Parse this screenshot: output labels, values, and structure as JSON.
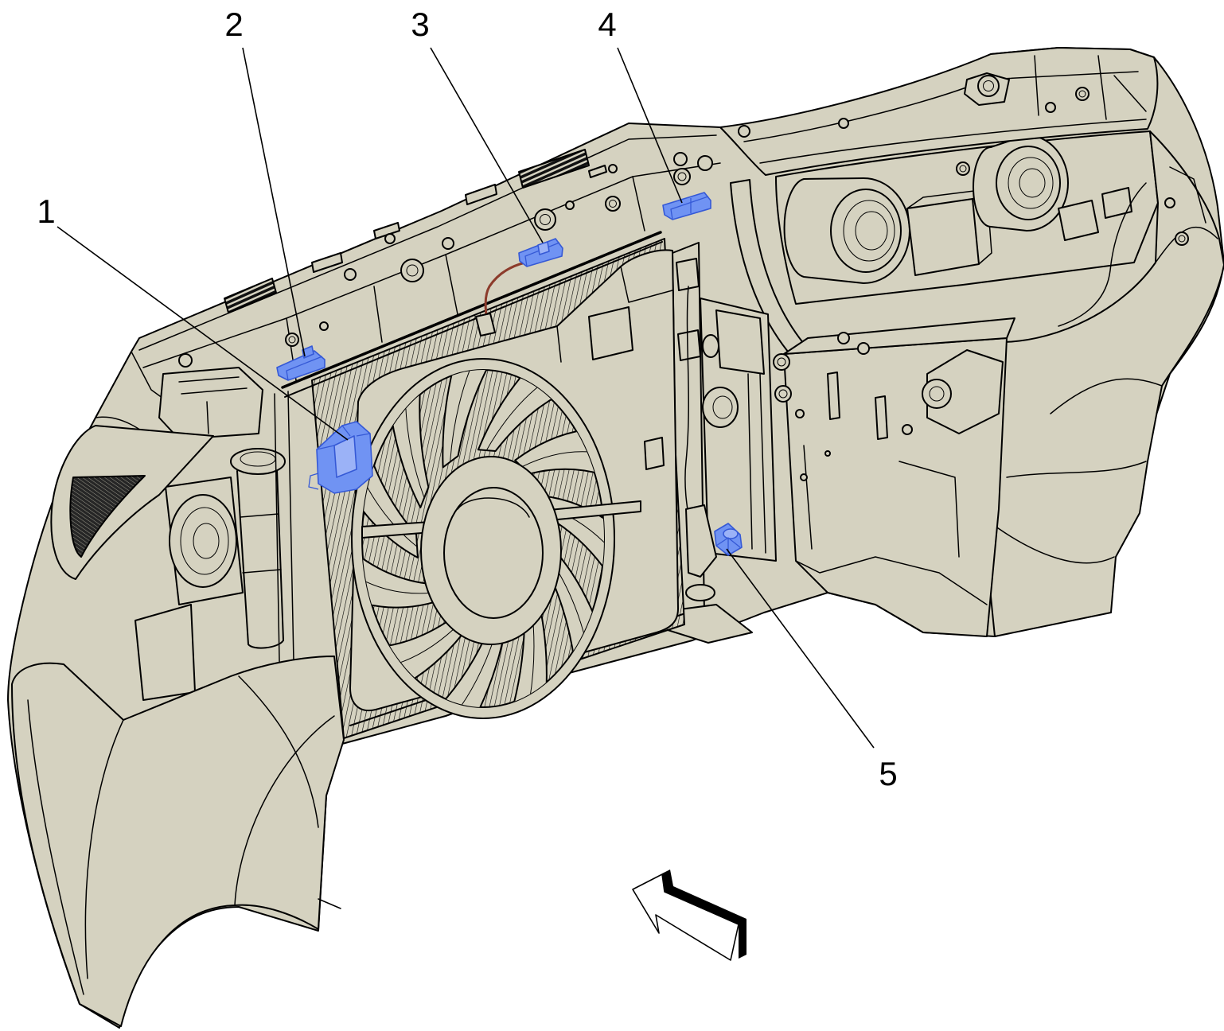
{
  "callouts": [
    {
      "label": "1"
    },
    {
      "label": "2"
    },
    {
      "label": "3"
    },
    {
      "label": "4"
    },
    {
      "label": "5"
    }
  ],
  "colors": {
    "panel": "#d5d2c0",
    "connector": "#7093f3",
    "connector_edge": "#3559d6",
    "line": "#000000",
    "wire": "#8c3b2b"
  },
  "icons": {
    "view_arrow": "view-direction-arrow-icon"
  }
}
